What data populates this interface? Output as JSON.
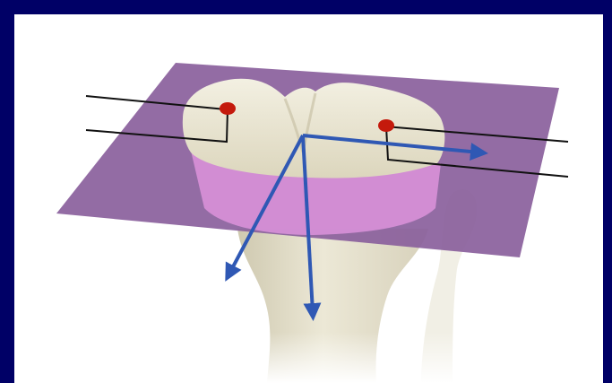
{
  "diagram": {
    "border_color": "#000066",
    "background_color": "#ffffff",
    "plane_color": "#8a5f9c",
    "band_color": "#d58fd6",
    "bone_color": "#e6e1cc",
    "marker_color": "#c41a0c",
    "arrow_color": "#2f58b4",
    "line_color": "#111111",
    "icons": [
      "tibia-bone",
      "reference-plane",
      "landmark-marker",
      "axis-arrow",
      "leader-line"
    ]
  }
}
